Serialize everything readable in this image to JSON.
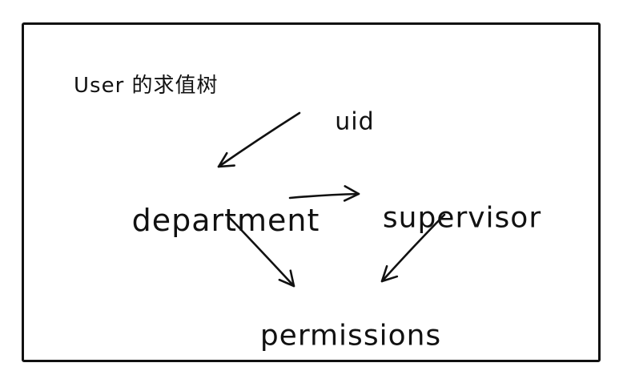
{
  "diagram": {
    "title": "User 的求值树",
    "nodes": [
      {
        "id": "uid",
        "label": "uid"
      },
      {
        "id": "department",
        "label": "department"
      },
      {
        "id": "supervisor",
        "label": "supervisor"
      },
      {
        "id": "permissions",
        "label": "permissions"
      }
    ],
    "edges": [
      {
        "from": "uid",
        "to": "department"
      },
      {
        "from": "department",
        "to": "supervisor"
      },
      {
        "from": "department",
        "to": "permissions"
      },
      {
        "from": "supervisor",
        "to": "permissions"
      }
    ],
    "colors": {
      "ink": "#111111",
      "background": "#ffffff"
    }
  }
}
